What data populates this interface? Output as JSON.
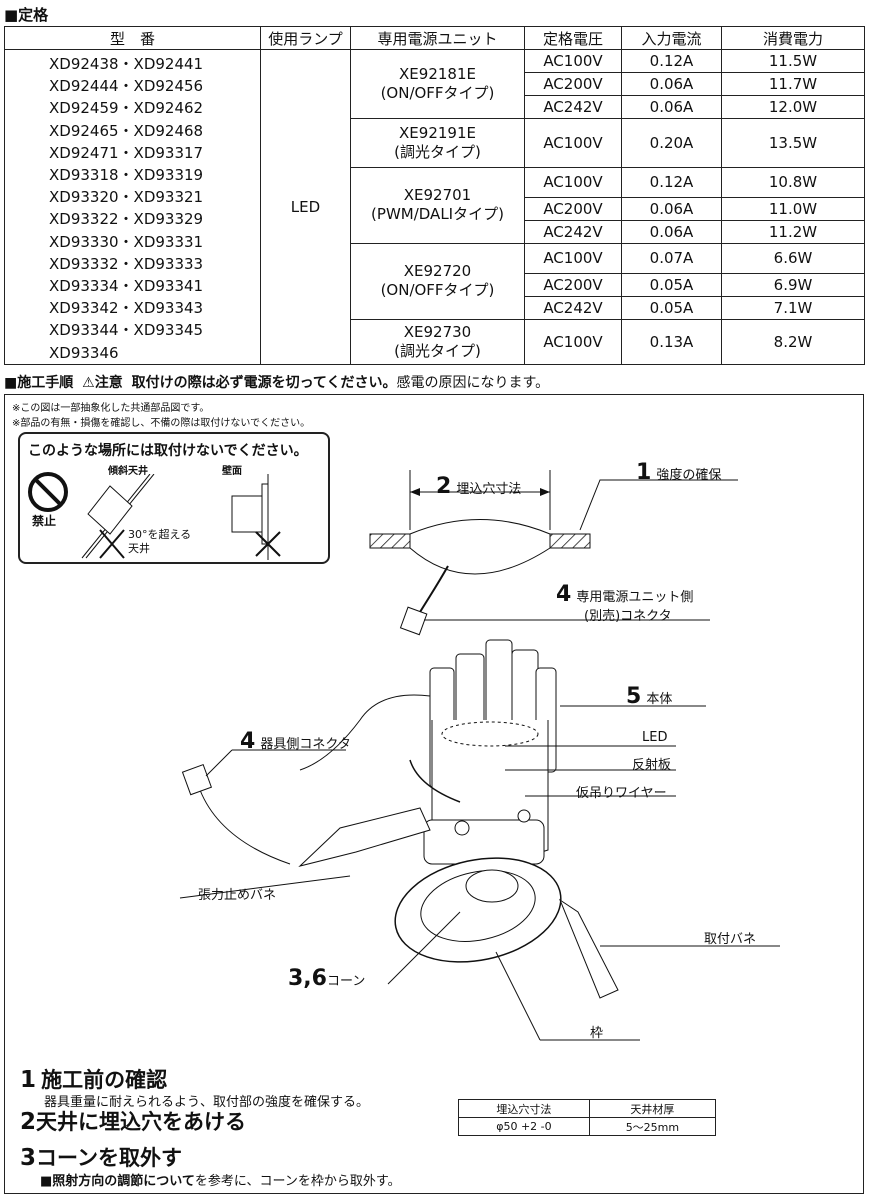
{
  "rating": {
    "heading": "■定格",
    "headers": [
      "型　番",
      "使用ランプ",
      "専用電源ユニット",
      "定格電圧",
      "入力電流",
      "消費電力"
    ],
    "models": [
      "XD92438・XD92441",
      "XD92444・XD92456",
      "XD92459・XD92462",
      "XD92465・XD92468",
      "XD92471・XD93317",
      "XD93318・XD93319",
      "XD93320・XD93321",
      "XD93322・XD93329",
      "XD93330・XD93331",
      "XD93332・XD93333",
      "XD93334・XD93341",
      "XD93342・XD93343",
      "XD93344・XD93345",
      "XD93346"
    ],
    "lamp": "LED",
    "units": [
      {
        "code": "XE92181E",
        "type": "(ON/OFFタイプ)",
        "rows": [
          [
            "AC100V",
            "0.12A",
            "11.5W"
          ],
          [
            "AC200V",
            "0.06A",
            "11.7W"
          ],
          [
            "AC242V",
            "0.06A",
            "12.0W"
          ]
        ]
      },
      {
        "code": "XE92191E",
        "type": "(調光タイプ)",
        "rows": [
          [
            "AC100V",
            "0.20A",
            "13.5W"
          ]
        ]
      },
      {
        "code": "XE92701",
        "type": "(PWM/DALIタイプ)",
        "rows": [
          [
            "AC100V",
            "0.12A",
            "10.8W"
          ],
          [
            "AC200V",
            "0.06A",
            "11.0W"
          ],
          [
            "AC242V",
            "0.06A",
            "11.2W"
          ]
        ]
      },
      {
        "code": "XE92720",
        "type": "(ON/OFFタイプ)",
        "rows": [
          [
            "AC100V",
            "0.07A",
            "6.6W"
          ],
          [
            "AC200V",
            "0.05A",
            "6.9W"
          ],
          [
            "AC242V",
            "0.05A",
            "7.1W"
          ]
        ]
      },
      {
        "code": "XE92730",
        "type": "(調光タイプ)",
        "rows": [
          [
            "AC100V",
            "0.13A",
            "8.2W"
          ]
        ]
      }
    ]
  },
  "procedure": {
    "heading": "■施工手順",
    "caution_label": "⚠注意",
    "caution_bold": "取付けの際は必ず電源を切ってください。",
    "caution_rest": "感電の原因になります。",
    "note1": "※この図は一部抽象化した共通部品図です。",
    "note2": "※部品の有無・損傷を確認し、不備の際は取付けないでください。"
  },
  "warning_box": {
    "title": "このような場所には取付けないでください。",
    "prohibited": "禁止",
    "slope_label": "傾斜天井",
    "slope_note1": "30°を超える",
    "slope_note2": "天井",
    "wall_label": "壁面"
  },
  "diagram": {
    "n1": "1",
    "l1": "強度の確保",
    "n2": "2",
    "l2": "埋込穴寸法",
    "n4a": "4",
    "l4a1": "専用電源ユニット側",
    "l4a2": "(別売)コネクタ",
    "n5": "5",
    "l5": "本体",
    "led": "LED",
    "reflector": "反射板",
    "wire": "仮吊りワイヤー",
    "n4b": "4",
    "l4b": "器具側コネクタ",
    "spring": "張力止めバネ",
    "mount_spring": "取付バネ",
    "n36": "3,6",
    "l36": "コーン",
    "frame": "枠"
  },
  "steps": {
    "s1n": "1",
    "s1": "施工前の確認",
    "s1d": "器具重量に耐えられるよう、取付部の強度を確保する。",
    "s2n": "2",
    "s2": "天井に埋込穴をあける",
    "s3n": "3",
    "s3": "コーンを取外す",
    "s3d_bold": "■照射方向の調節について",
    "s3d_rest": "を参考に、コーンを枠から取外す。"
  },
  "hole_table": {
    "h1": "埋込穴寸法",
    "h2": "天井材厚",
    "v1": "φ50 +2 -0",
    "v2": "5〜25mm"
  }
}
